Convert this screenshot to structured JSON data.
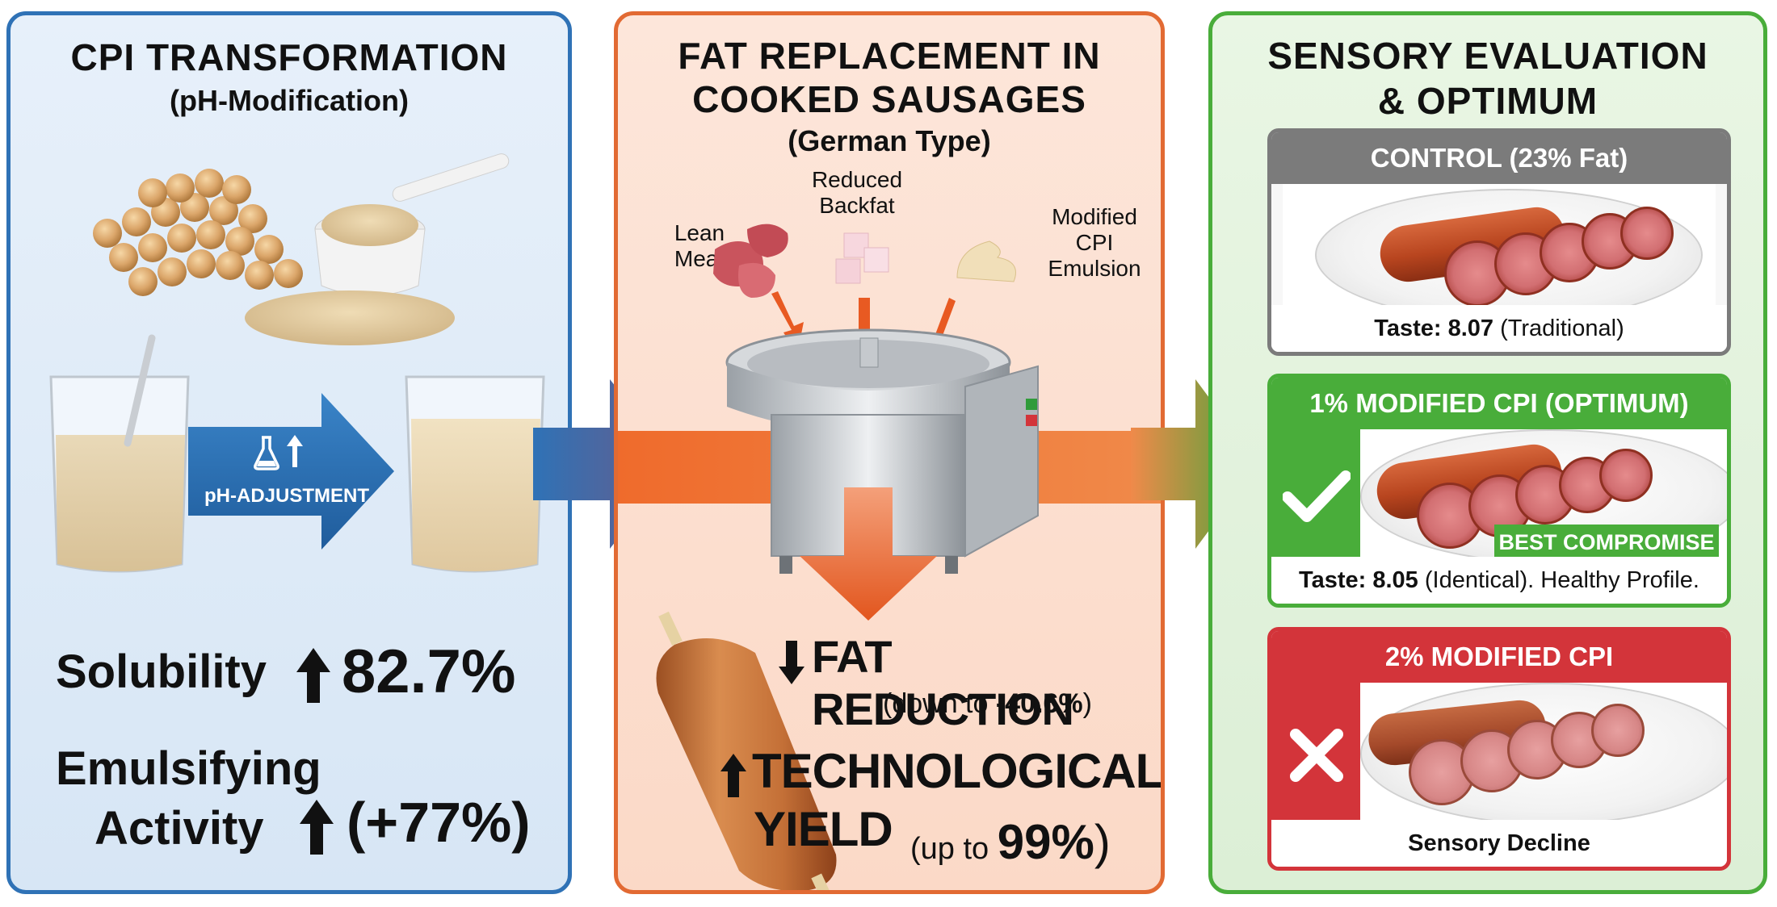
{
  "panel1": {
    "title": "CPI TRANSFORMATION",
    "subtitle": "(pH-Modification)",
    "arrow_label": "pH-ADJUSTMENT",
    "solubility_label": "Solubility",
    "solubility_value": "82.7%",
    "emulsifying_line1": "Emulsifying",
    "emulsifying_line2": "Activity",
    "emulsifying_value": "(+77%)"
  },
  "panel2": {
    "title_line1": "FAT REPLACEMENT IN",
    "title_line2": "COOKED SAUSAGES",
    "subtitle": "(German Type)",
    "ingredient_reduced_line1": "Reduced",
    "ingredient_reduced_line2": "Backfat",
    "ingredient_lean_line1": "Lean",
    "ingredient_lean_line2": "Meat",
    "ingredient_cpi_line1": "Modified",
    "ingredient_cpi_line2": "CPI",
    "ingredient_cpi_line3": "Emulsion",
    "fat_title": "FAT REDUCTION",
    "fat_detail_prefix": "(down to ",
    "fat_detail_value": "-40.6%",
    "fat_detail_suffix": ")",
    "tech_line1": "TECHNOLOGICAL",
    "tech_line2": "YIELD",
    "tech_detail_prefix": "(up to ",
    "tech_detail_value": "99%",
    "tech_detail_suffix": ")"
  },
  "panel3": {
    "title_line1": "SENSORY EVALUATION",
    "title_line2": "& OPTIMUM",
    "control": {
      "header": "CONTROL (23% Fat)",
      "taste_label": "Taste: 8.07",
      "taste_note": " (Traditional)"
    },
    "optimum": {
      "header": "1% MODIFIED CPI (OPTIMUM)",
      "badge": "BEST COMPROMISE",
      "taste_label": "Taste: 8.05",
      "taste_note": " (Identical). Healthy Profile."
    },
    "decline": {
      "header": "2% MODIFIED CPI",
      "footer": "Sensory Decline"
    }
  },
  "colors": {
    "blue": "#2f72b6",
    "orange": "#e26a33",
    "green": "#49ad3a",
    "red": "#d3343a",
    "grey": "#7b7b7b"
  },
  "icons": [
    "flask-icon",
    "up-arrow-icon",
    "down-arrow-icon",
    "checkmark-icon",
    "cross-icon"
  ]
}
